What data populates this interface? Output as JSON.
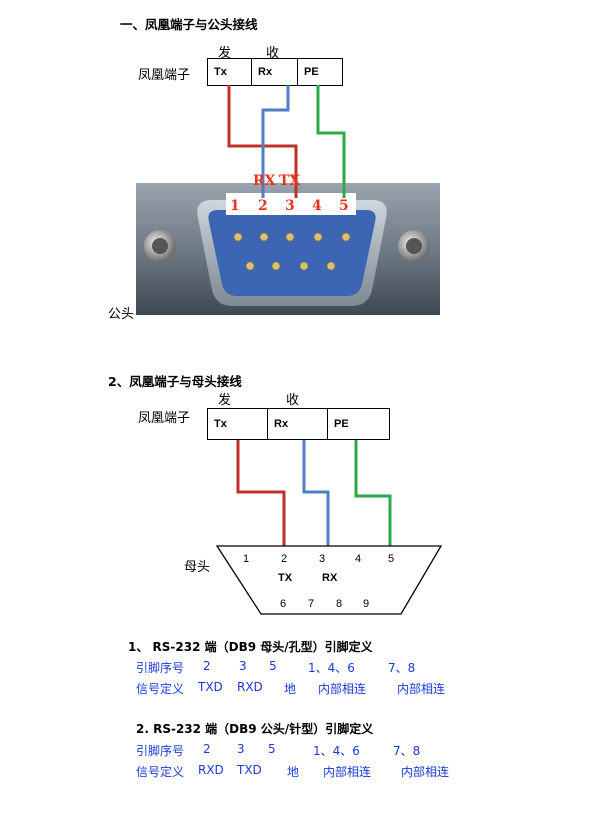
{
  "section1": {
    "title": "一、凤凰端子与公头接线",
    "send_label": "发",
    "recv_label": "收",
    "terminal_label": "凤凰端子",
    "cells": [
      "Tx",
      "Rx",
      "PE"
    ],
    "connector_label": "公头",
    "signal_labels": [
      "RX",
      "TX"
    ],
    "pin_numbers": [
      "1",
      "2",
      "3",
      "4",
      "5"
    ]
  },
  "section2": {
    "title": "2、凤凰端子与母头接线",
    "send_label": "发",
    "recv_label": "收",
    "terminal_label": "凤凰端子",
    "cells": [
      "Tx",
      "Rx",
      "PE"
    ],
    "connector_label": "母头",
    "top_pins": [
      "1",
      "2",
      "3",
      "4",
      "5"
    ],
    "signal_labels": [
      "TX",
      "RX"
    ],
    "bottom_pins": [
      "6",
      "7",
      "8",
      "9"
    ]
  },
  "definitions": [
    {
      "title": "1、 RS-232 端（DB9 母头/孔型）引脚定义",
      "row1_label": "引脚序号",
      "row1_values": [
        "2",
        "3",
        "5",
        "1、4、6",
        "7、8"
      ],
      "row2_label": "信号定义",
      "row2_values": [
        "TXD",
        "RXD",
        "地",
        "内部相连",
        "内部相连"
      ]
    },
    {
      "title": "2. RS-232 端（DB9 公头/针型）引脚定义",
      "row1_label": "引脚序号",
      "row1_values": [
        "2",
        "3",
        "5",
        "1、4、6",
        "7、8"
      ],
      "row2_label": "信号定义",
      "row2_values": [
        "RXD",
        "TXD",
        "地",
        "内部相连",
        "内部相连"
      ]
    }
  ],
  "colors": {
    "tx_wire": "#c0302a",
    "rx_wire": "#4f7ec4",
    "pe_wire": "#2faa4a",
    "pin_red": "#e8341c",
    "def_blue": "#1a3bd8"
  }
}
